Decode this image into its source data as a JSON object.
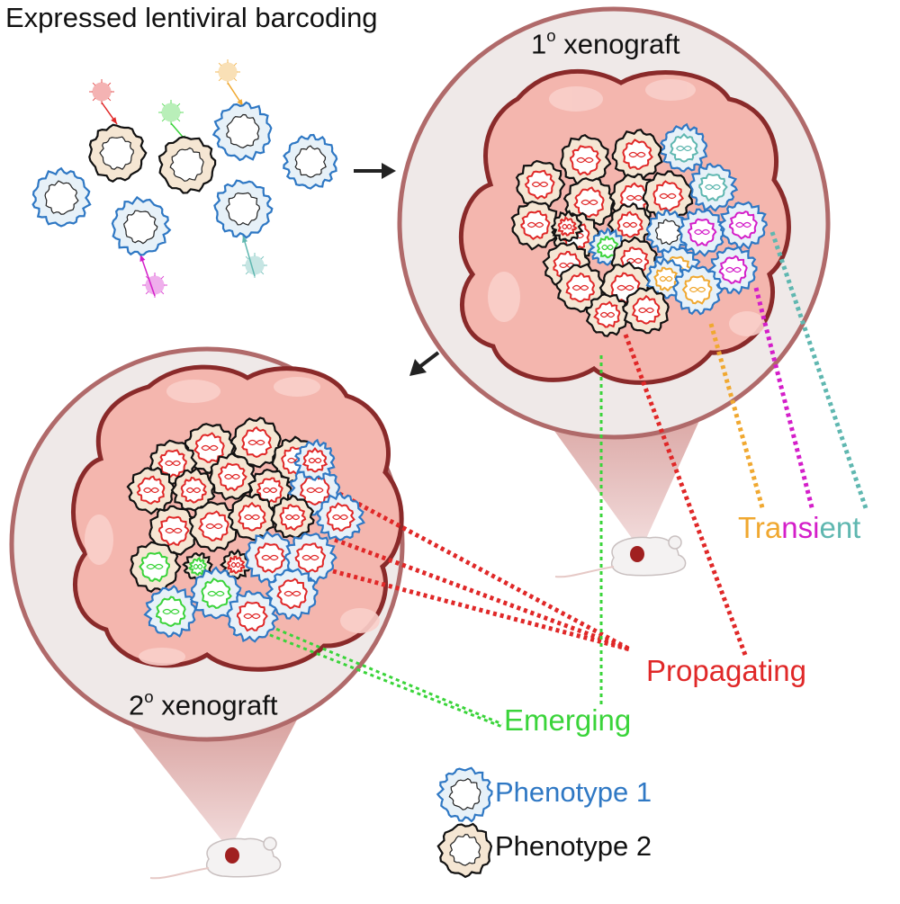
{
  "title": "Expressed lentiviral barcoding",
  "primary_label": {
    "number": "1",
    "sup": "o",
    "text": " xenograft"
  },
  "secondary_label": {
    "number": "2",
    "sup": "o",
    "text": " xenograft"
  },
  "categories": {
    "transient": [
      {
        "text": "Tra",
        "color": "#f0a830"
      },
      {
        "text": "nsi",
        "color": "#d41ec9"
      },
      {
        "text": "ent",
        "color": "#5fb7b0"
      }
    ],
    "propagating": {
      "text": "Propagating",
      "color": "#e02828"
    },
    "emerging": {
      "text": "Emerging",
      "color": "#3ad43a"
    }
  },
  "legend": [
    {
      "text": "Phenotype 1",
      "color": "#2f78c4"
    },
    {
      "text": "Phenotype 2",
      "color": "#111111"
    }
  ],
  "colors": {
    "phenotype1_border": "#2f78c4",
    "phenotype1_fill": "#e7f1f8",
    "phenotype2_border": "#111111",
    "phenotype2_fill": "#f5e6d3",
    "circle_border": "#b06a6a",
    "circle_fill": "#efe9e8",
    "tumor_fill": "#f4b6ae",
    "tumor_border": "#8a2a2a",
    "barcode_red": "#e02828",
    "barcode_green": "#3ad43a",
    "barcode_orange": "#f0a830",
    "barcode_magenta": "#d41ec9",
    "barcode_teal": "#5fb7b0"
  }
}
